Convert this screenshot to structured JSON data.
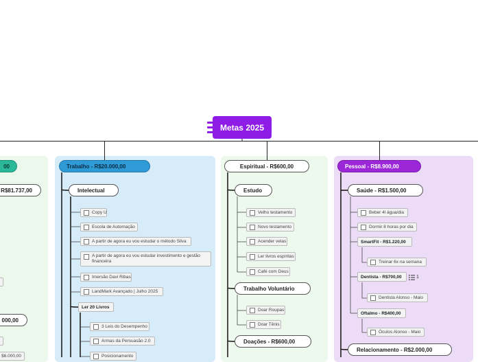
{
  "root": {
    "label": "Metas 2025"
  },
  "colors": {
    "root": "#8e1be6",
    "trabalho": "#2e9bd6",
    "pessoal": "#9c27d8",
    "left": "#2bb79a"
  },
  "left": {
    "pill": "00",
    "sub1": "R$81.737,00",
    "sub2": "000,00",
    "leaf_bottom": "$6.000,00"
  },
  "trabalho": {
    "title": "Trabalho - R$20.000,00",
    "intelectual": "Intelectual",
    "items": [
      "Copy U",
      "Escola de Automação",
      "A partir de agora eu vou estudar o método Silva",
      "A partir de agora eu vou estudar investimento e gestão financeira",
      "Imersão Davi Ribas",
      "LandMark Avançado | Julho 2025"
    ],
    "ler": "Ler 20 Livros",
    "livros": [
      "3 Leis do Desempenho",
      "Armas da Persuasão 2.0",
      "Posicionamento"
    ]
  },
  "espiritual": {
    "title": "Espiritual - R$600,00",
    "estudo": "Estudo",
    "estudo_items": [
      "Velho testamento",
      "Novo testamento",
      "Acender velas",
      "Ler livros espíritas",
      "Café com Deus"
    ],
    "voluntario": "Trabalho Voluntário",
    "voluntario_items": [
      "Doar Roupas",
      "Doar Tênis"
    ],
    "doacoes": "Doações - R$600,00"
  },
  "pessoal": {
    "title": "Pessoal - R$8.900,00",
    "saude": "Saúde - R$1.500,00",
    "saude_items": [
      "Beber 4l água/dia",
      "Dormir 8 horas por dia"
    ],
    "smartfit": "SmartFit - R$1.220,00",
    "smartfit_item": "Treinar 6x na semana",
    "dentista": "Dentista - R$700,00",
    "dentista_note": "1",
    "dentista_item": "Dentista Alonso - Maio",
    "oftalmo": "Oftalmo - R$400,00",
    "oftalmo_item": "Óculos Alonso - Maio",
    "relacionamento": "Relacionamento - R$2.000,00"
  }
}
